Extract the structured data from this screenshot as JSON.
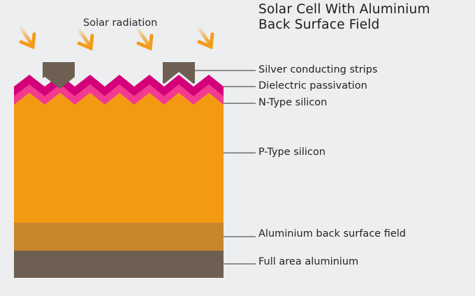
{
  "title": {
    "line1": "Solar Cell With Aluminium",
    "line2": "Back Surface Field"
  },
  "radiation_label": "Solar radiation",
  "labels": {
    "silver": "Silver conducting strips",
    "dielectric": "Dielectric passivation",
    "ntype": "N-Type silicon",
    "ptype": "P-Type silicon",
    "bsf": "Aluminium back surface field",
    "aluminium": "Full area aluminium"
  },
  "colors": {
    "background": "#eceeef",
    "silver_strip": "#6d6052",
    "dielectric": "#d4007a",
    "ntype": "#f23a8e",
    "ptype": "#f49a12",
    "bsf": "#c8862b",
    "aluminium": "#6d6052",
    "arrow": "#f39c1a",
    "leader_line": "#555555"
  },
  "icons": [
    "sun-ray-arrow-icon"
  ]
}
